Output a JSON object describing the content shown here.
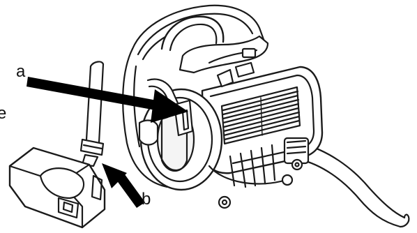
{
  "labels": {
    "a": "a",
    "b": "b",
    "e": "e"
  },
  "colors": {
    "line": "#1a1a1a",
    "fill": "#ffffff",
    "shade": "#e9e9e9",
    "arrow": "#000000"
  },
  "icons": {
    "arrow_a": "thick-arrow-right",
    "arrow_b": "thick-arrow-up-left"
  }
}
